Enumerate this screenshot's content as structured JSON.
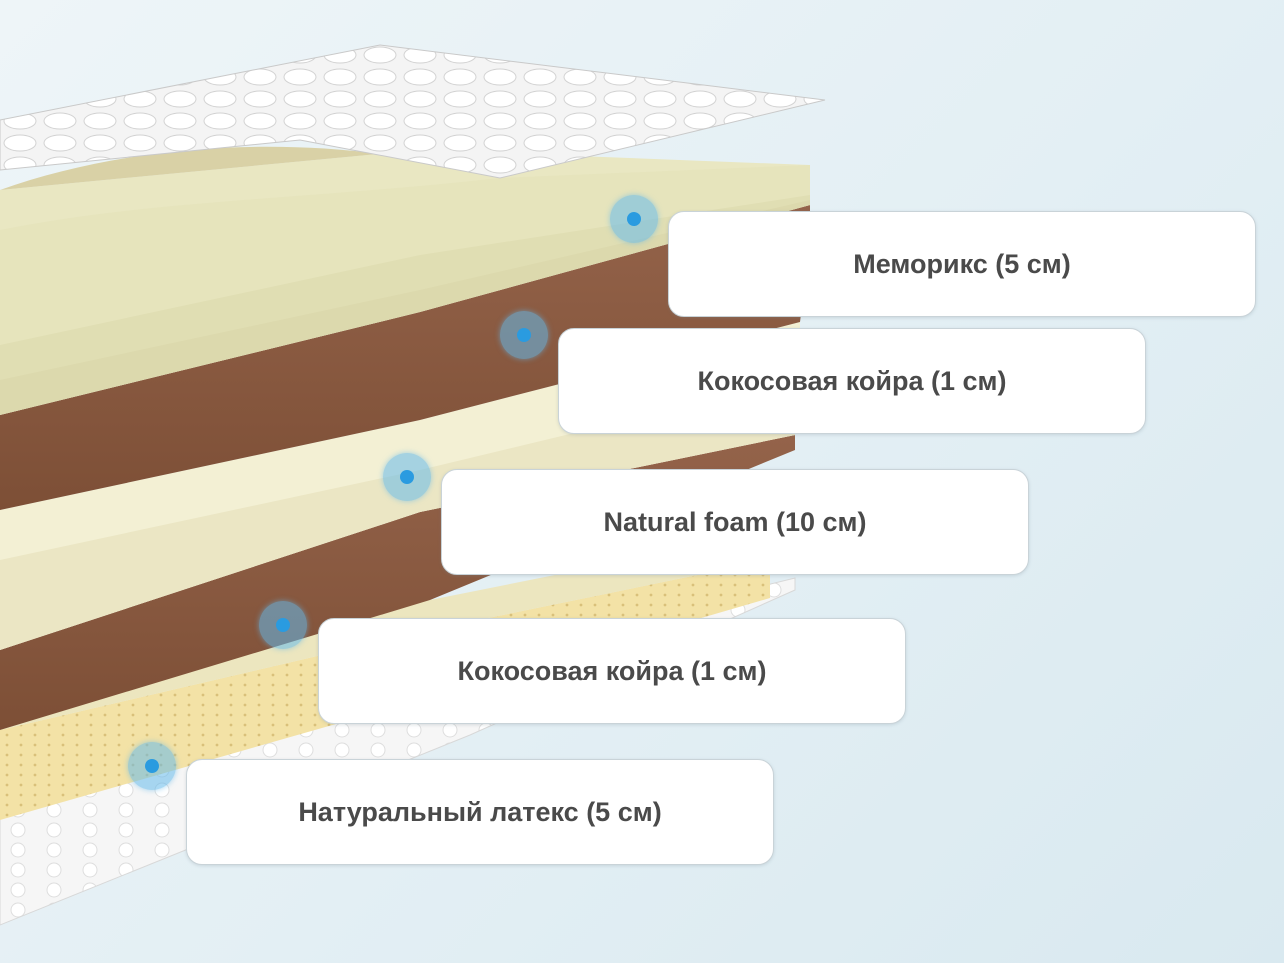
{
  "layers": [
    {
      "label": "Меморикс (5 см)"
    },
    {
      "label": "Кокосовая койра (1 см)"
    },
    {
      "label": "Natural foam (10 см)"
    },
    {
      "label": "Кокосовая койра (1 см)"
    },
    {
      "label": "Натуральный латекс (5 см)"
    }
  ],
  "colors": {
    "memory_foam": "#ecebc9",
    "coconut_coir": "#8b5a3c",
    "natural_foam": "#f2efcf",
    "latex": "#f1dc9c",
    "cover": "#ffffff",
    "marker": "#2a9be0"
  }
}
